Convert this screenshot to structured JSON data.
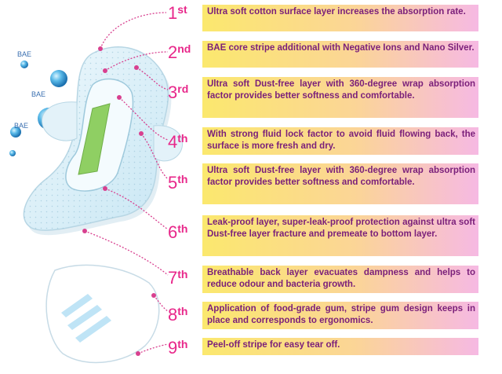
{
  "bae_labels": [
    "BAE",
    "BAE",
    "BAE"
  ],
  "layers": [
    {
      "rank": "1",
      "suffix": "st",
      "text": "Ultra soft cotton surface layer increases the absorption rate."
    },
    {
      "rank": "2",
      "suffix": "nd",
      "text": "BAE core stripe additional with Negative Ions and Nano Silver."
    },
    {
      "rank": "3",
      "suffix": "rd",
      "text": "Ultra soft Dust-free layer with 360-degree wrap absorption factor provides better softness and comfortable."
    },
    {
      "rank": "4",
      "suffix": "th",
      "text": "With strong fluid lock factor to avoid fluid flowing back, the surface is more fresh and dry."
    },
    {
      "rank": "5",
      "suffix": "th",
      "text": "Ultra soft Dust-free layer with 360-degree wrap absorption factor provides better softness and comfortable."
    },
    {
      "rank": "6",
      "suffix": "th",
      "text": "Leak-proof layer, super-leak-proof protection against ultra soft Dust-free layer fracture and premeate to bottom layer."
    },
    {
      "rank": "7",
      "suffix": "th",
      "text": "Breathable back layer evacuates dampness and helps to reduce odour and bacteria growth."
    },
    {
      "rank": "8",
      "suffix": "th",
      "text": "Application of food-grade gum, stripe gum design keeps in place and corresponds to ergonomics."
    },
    {
      "rank": "9",
      "suffix": "th",
      "text": "Peel-off stripe for easy tear off."
    }
  ],
  "colors": {
    "number": "#e8278a",
    "text": "#7a1f7a",
    "leader": "#d8408f",
    "core_strip": "#8fcf63"
  }
}
